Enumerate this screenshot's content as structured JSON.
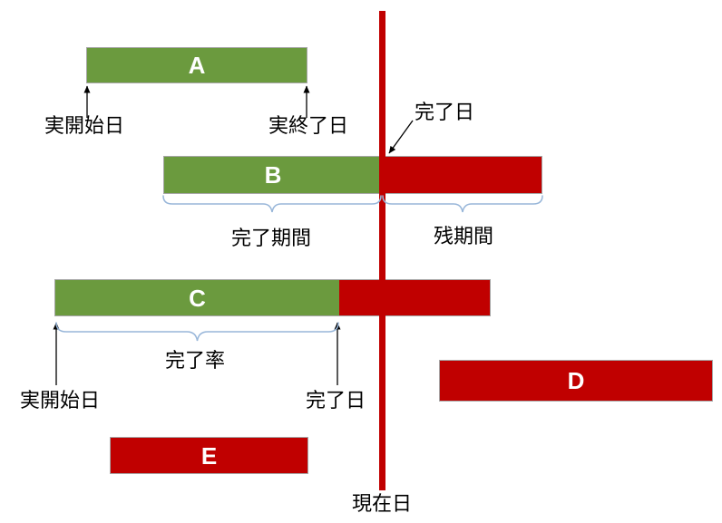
{
  "diagram_type": "gantt-progress-legend",
  "colors": {
    "completed_green": "#6b9a3e",
    "remaining_red": "#c00000",
    "current_date_line": "#c00000",
    "bar_border_gray": "#a6a6a6",
    "brace_blue": "#98b6d9",
    "bar_letter_white": "#ffffff",
    "annotation_text_black": "#000000"
  },
  "bars": {
    "a": {
      "label": "A",
      "segments": [
        "completed"
      ]
    },
    "b": {
      "label": "B",
      "segments": [
        "completed",
        "remaining"
      ]
    },
    "c": {
      "label": "C",
      "segments": [
        "completed",
        "remaining"
      ]
    },
    "d": {
      "label": "D",
      "segments": [
        "remaining"
      ]
    },
    "e": {
      "label": "E",
      "segments": [
        "remaining"
      ]
    }
  },
  "labels": {
    "actual_start_a": "実開始日",
    "actual_end_a": "実終了日",
    "completion_date_b": "完了日",
    "completed_period": "完了期間",
    "remaining_period": "残期間",
    "completion_rate": "完了率",
    "actual_start_c": "実開始日",
    "completion_date_c": "完了日",
    "current_date": "現在日"
  }
}
